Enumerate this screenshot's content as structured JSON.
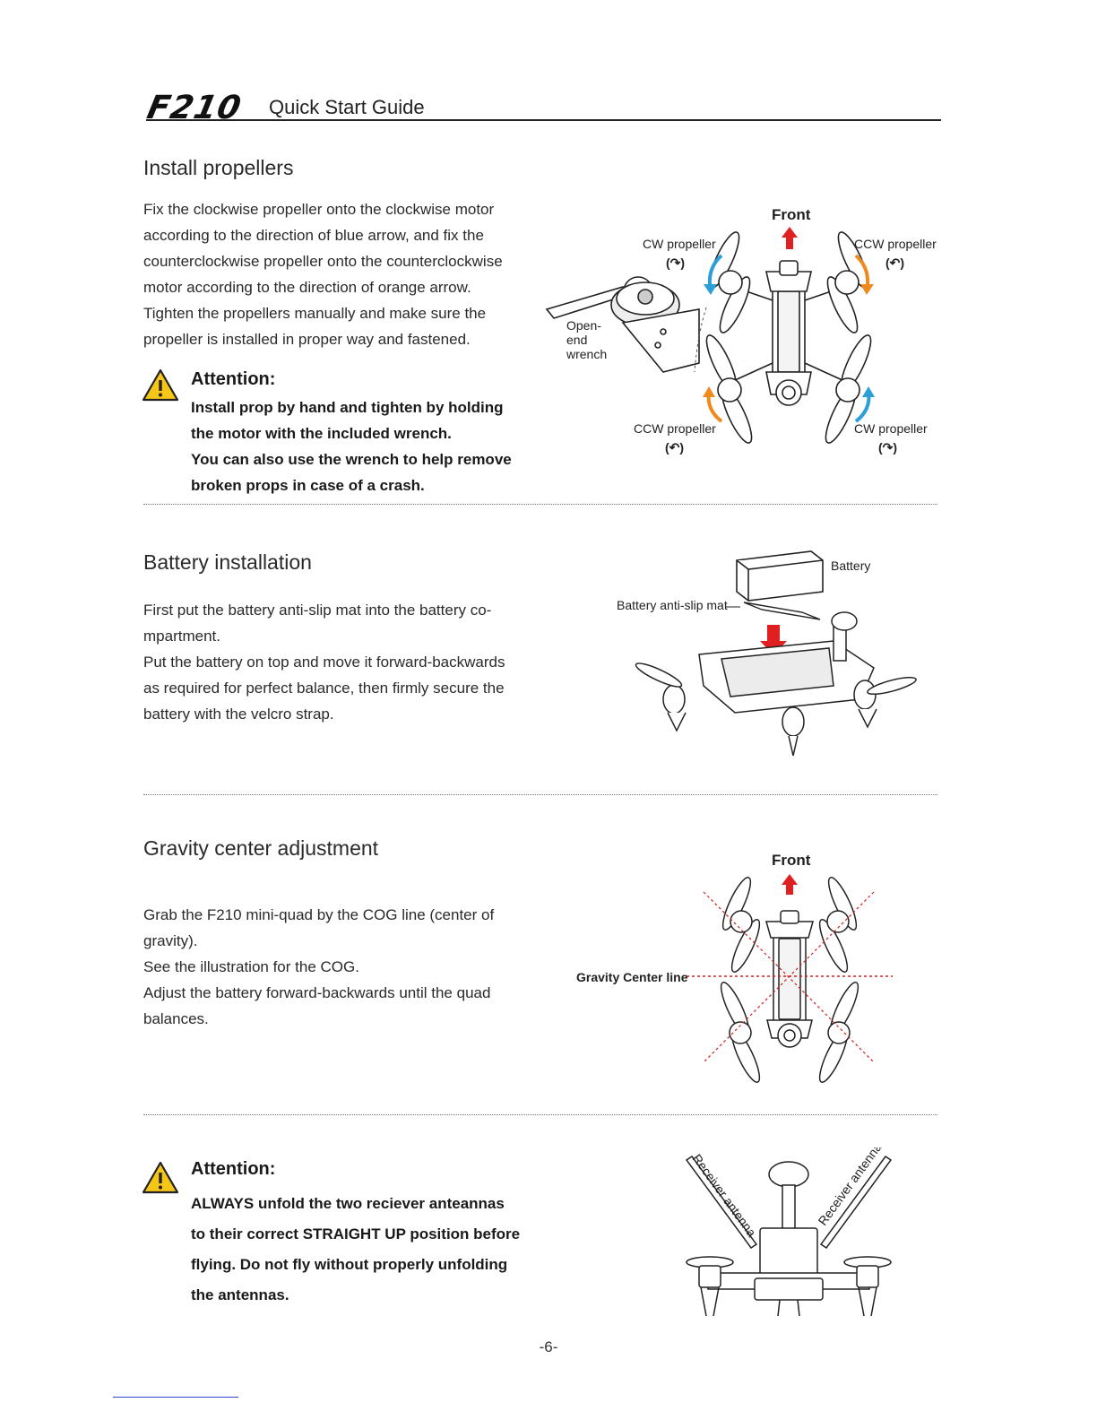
{
  "header": {
    "logo": "F210",
    "title": "Quick Start Guide"
  },
  "install": {
    "heading": "Install propellers",
    "lines": [
      "Fix the clockwise propeller onto the clockwise motor",
      "according to the direction of blue arrow, and fix the",
      "counterclockwise propeller onto the counterclockwise",
      "motor according to the direction of orange arrow.",
      "Tighten the propellers manually and make sure the",
      "propeller is installed in proper way and fastened."
    ],
    "attention_title": "Attention:",
    "attention_lines": [
      "Install prop by hand and tighten by holding",
      "the motor with the included wrench.",
      "You can also use the wrench to help remove",
      "broken props in case of a crash."
    ],
    "diagram": {
      "front": "Front",
      "cw_top": "CW propeller",
      "ccw_top": "CCW propeller",
      "ccw_bottom": "CCW propeller",
      "cw_bottom": "CW propeller",
      "wrench_lines": [
        "Open-",
        "end",
        "wrench"
      ],
      "cw_symbol": "(↷)",
      "ccw_symbol": "(↶)"
    }
  },
  "battery": {
    "heading": "Battery installation",
    "lines": [
      "First put the battery anti-slip mat into the battery co-",
      "mpartment.",
      "Put the battery on top and move it forward-backwards",
      "as required for perfect balance, then firmly secure the",
      "battery with the velcro strap."
    ],
    "label_battery": "Battery",
    "label_mat": "Battery anti-slip mat"
  },
  "gravity": {
    "heading": "Gravity center adjustment",
    "lines": [
      "Grab the F210 mini-quad by the COG line (center of",
      "gravity).",
      "See the illustration for the COG.",
      "Adjust the battery forward-backwards until the quad",
      "balances."
    ],
    "front": "Front",
    "label_line": "Gravity Center line"
  },
  "antenna": {
    "attention_title": "Attention:",
    "lines": [
      "ALWAYS unfold the two reciever anteannas",
      "to their correct STRAIGHT UP position before",
      "flying. Do not fly without properly unfolding",
      "the antennas."
    ],
    "label_left": "Receiver antenna",
    "label_right": "Receiver antenna"
  },
  "page_number": "-6-",
  "colors": {
    "cw_arrow": "#2a9fd8",
    "ccw_arrow": "#ef8a1e",
    "front_arrow": "#e02020",
    "warning_fill": "#f5c518"
  }
}
